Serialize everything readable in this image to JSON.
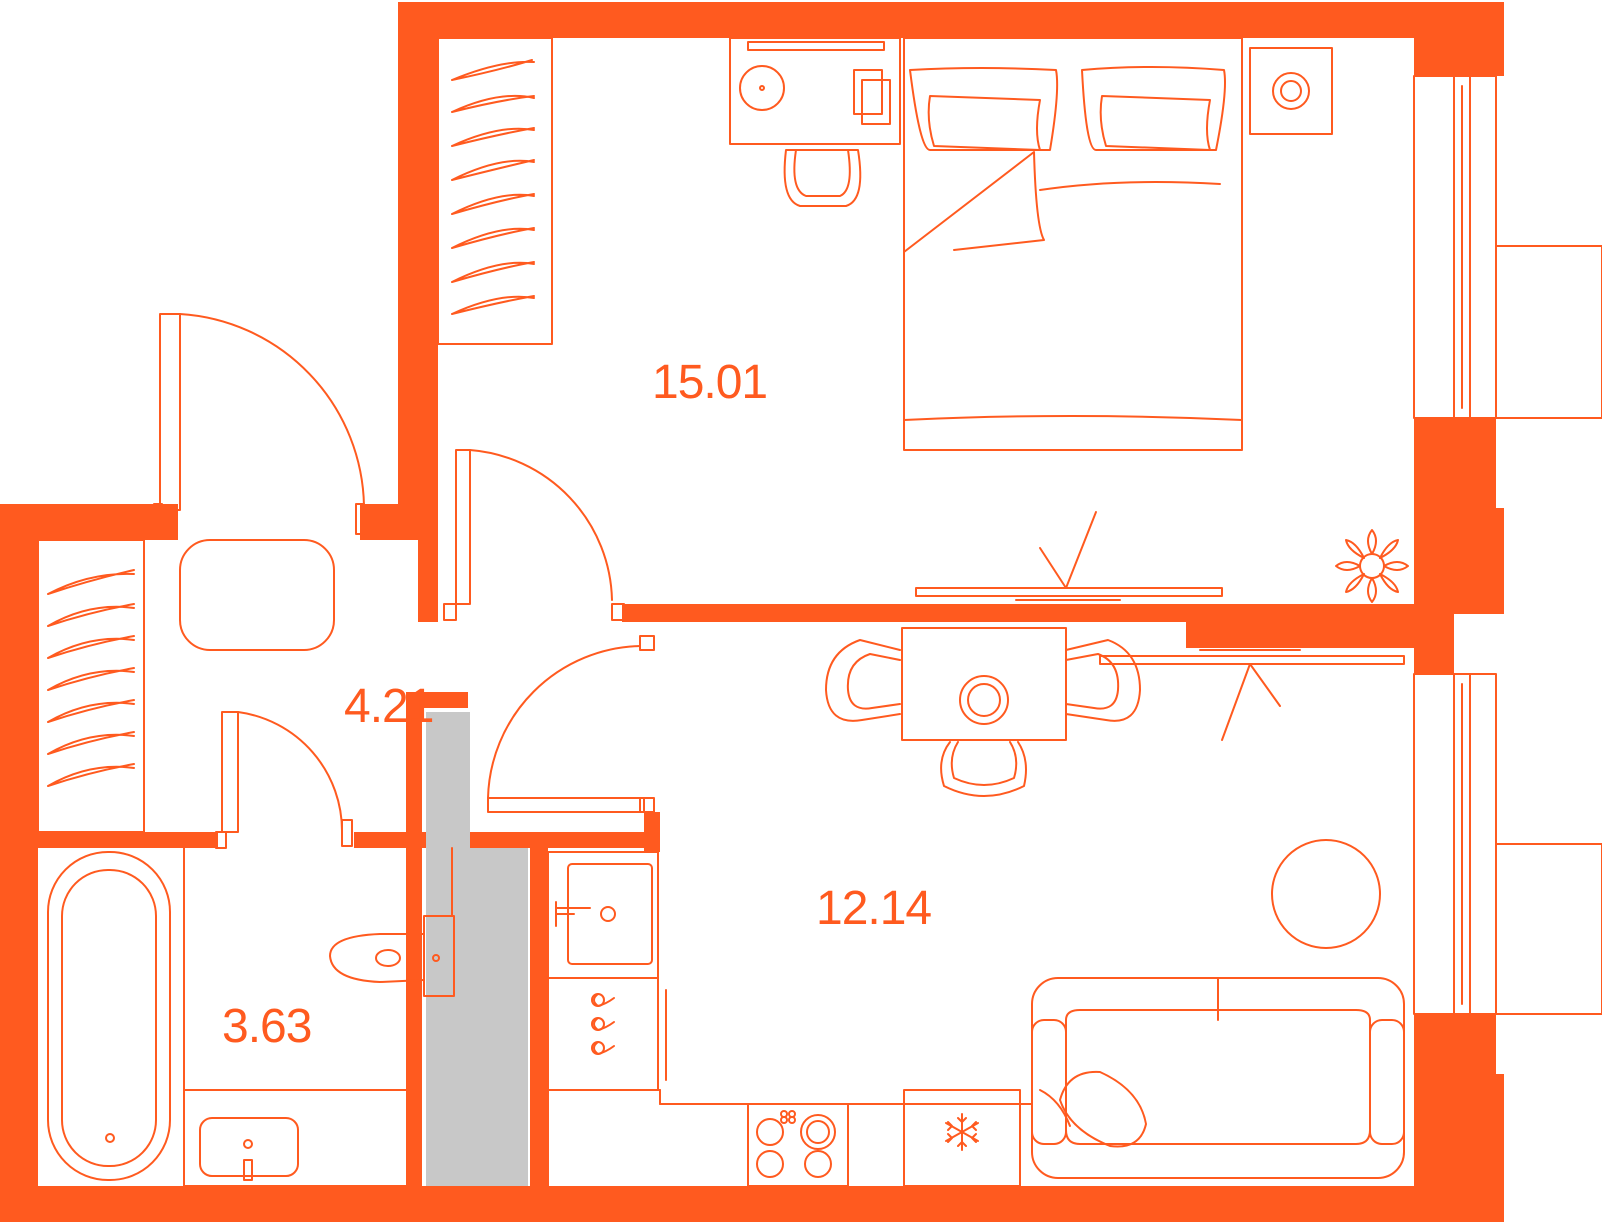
{
  "colors": {
    "wall": "#FF5A1F",
    "line": "#FF5A1F",
    "shaft": "#C8C8C8",
    "background": "#FFFFFF"
  },
  "rooms": {
    "bedroom": {
      "area": "15.01"
    },
    "hallway": {
      "area": "4.21"
    },
    "bathroom": {
      "area": "3.63"
    },
    "kitchen_living": {
      "area": "12.14"
    }
  },
  "icons": {
    "freezer": "snowflake-icon",
    "plant": "flower-icon"
  }
}
